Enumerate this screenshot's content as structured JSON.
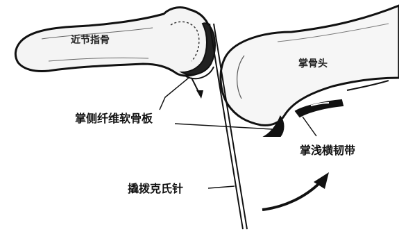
{
  "figure": {
    "bone_labels": {
      "proximal_phalanx": "近节指骨",
      "metacarpal_head": "掌骨头"
    },
    "callouts": {
      "volar_plate": "掌侧纤维软骨板",
      "ligament": "掌浅横韧带",
      "kirschner_wire": "撬拨克氏针"
    }
  }
}
